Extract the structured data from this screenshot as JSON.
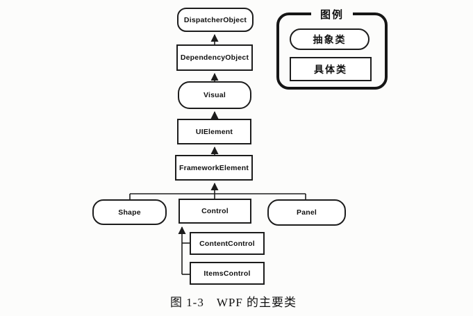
{
  "page": {
    "background": "#fcfcfb",
    "ink": "#1c1c1c"
  },
  "diagram": {
    "caption": "图 1-3　WPF 的主要类",
    "legend": {
      "title": "图例",
      "abstract_label": "抽象类",
      "concrete_label": "具体类"
    },
    "nodes": [
      {
        "id": "dispatcherobject",
        "label": "DispatcherObject",
        "type": "abstract"
      },
      {
        "id": "dependencyobject",
        "label": "DependencyObject",
        "type": "concrete"
      },
      {
        "id": "visual",
        "label": "Visual",
        "type": "abstract"
      },
      {
        "id": "uielement",
        "label": "UIElement",
        "type": "concrete"
      },
      {
        "id": "frameworkelement",
        "label": "FrameworkElement",
        "type": "concrete"
      },
      {
        "id": "shape",
        "label": "Shape",
        "type": "abstract"
      },
      {
        "id": "control",
        "label": "Control",
        "type": "concrete"
      },
      {
        "id": "panel",
        "label": "Panel",
        "type": "abstract"
      },
      {
        "id": "contentcontrol",
        "label": "ContentControl",
        "type": "concrete"
      },
      {
        "id": "itemscontrol",
        "label": "ItemsControl",
        "type": "concrete"
      }
    ],
    "edges": [
      {
        "child": "DependencyObject",
        "parent": "DispatcherObject"
      },
      {
        "child": "Visual",
        "parent": "DependencyObject"
      },
      {
        "child": "UIElement",
        "parent": "Visual"
      },
      {
        "child": "FrameworkElement",
        "parent": "UIElement"
      },
      {
        "child": "Shape",
        "parent": "FrameworkElement"
      },
      {
        "child": "Control",
        "parent": "FrameworkElement"
      },
      {
        "child": "Panel",
        "parent": "FrameworkElement"
      },
      {
        "child": "ContentControl",
        "parent": "Control"
      },
      {
        "child": "ItemsControl",
        "parent": "Control"
      }
    ]
  }
}
